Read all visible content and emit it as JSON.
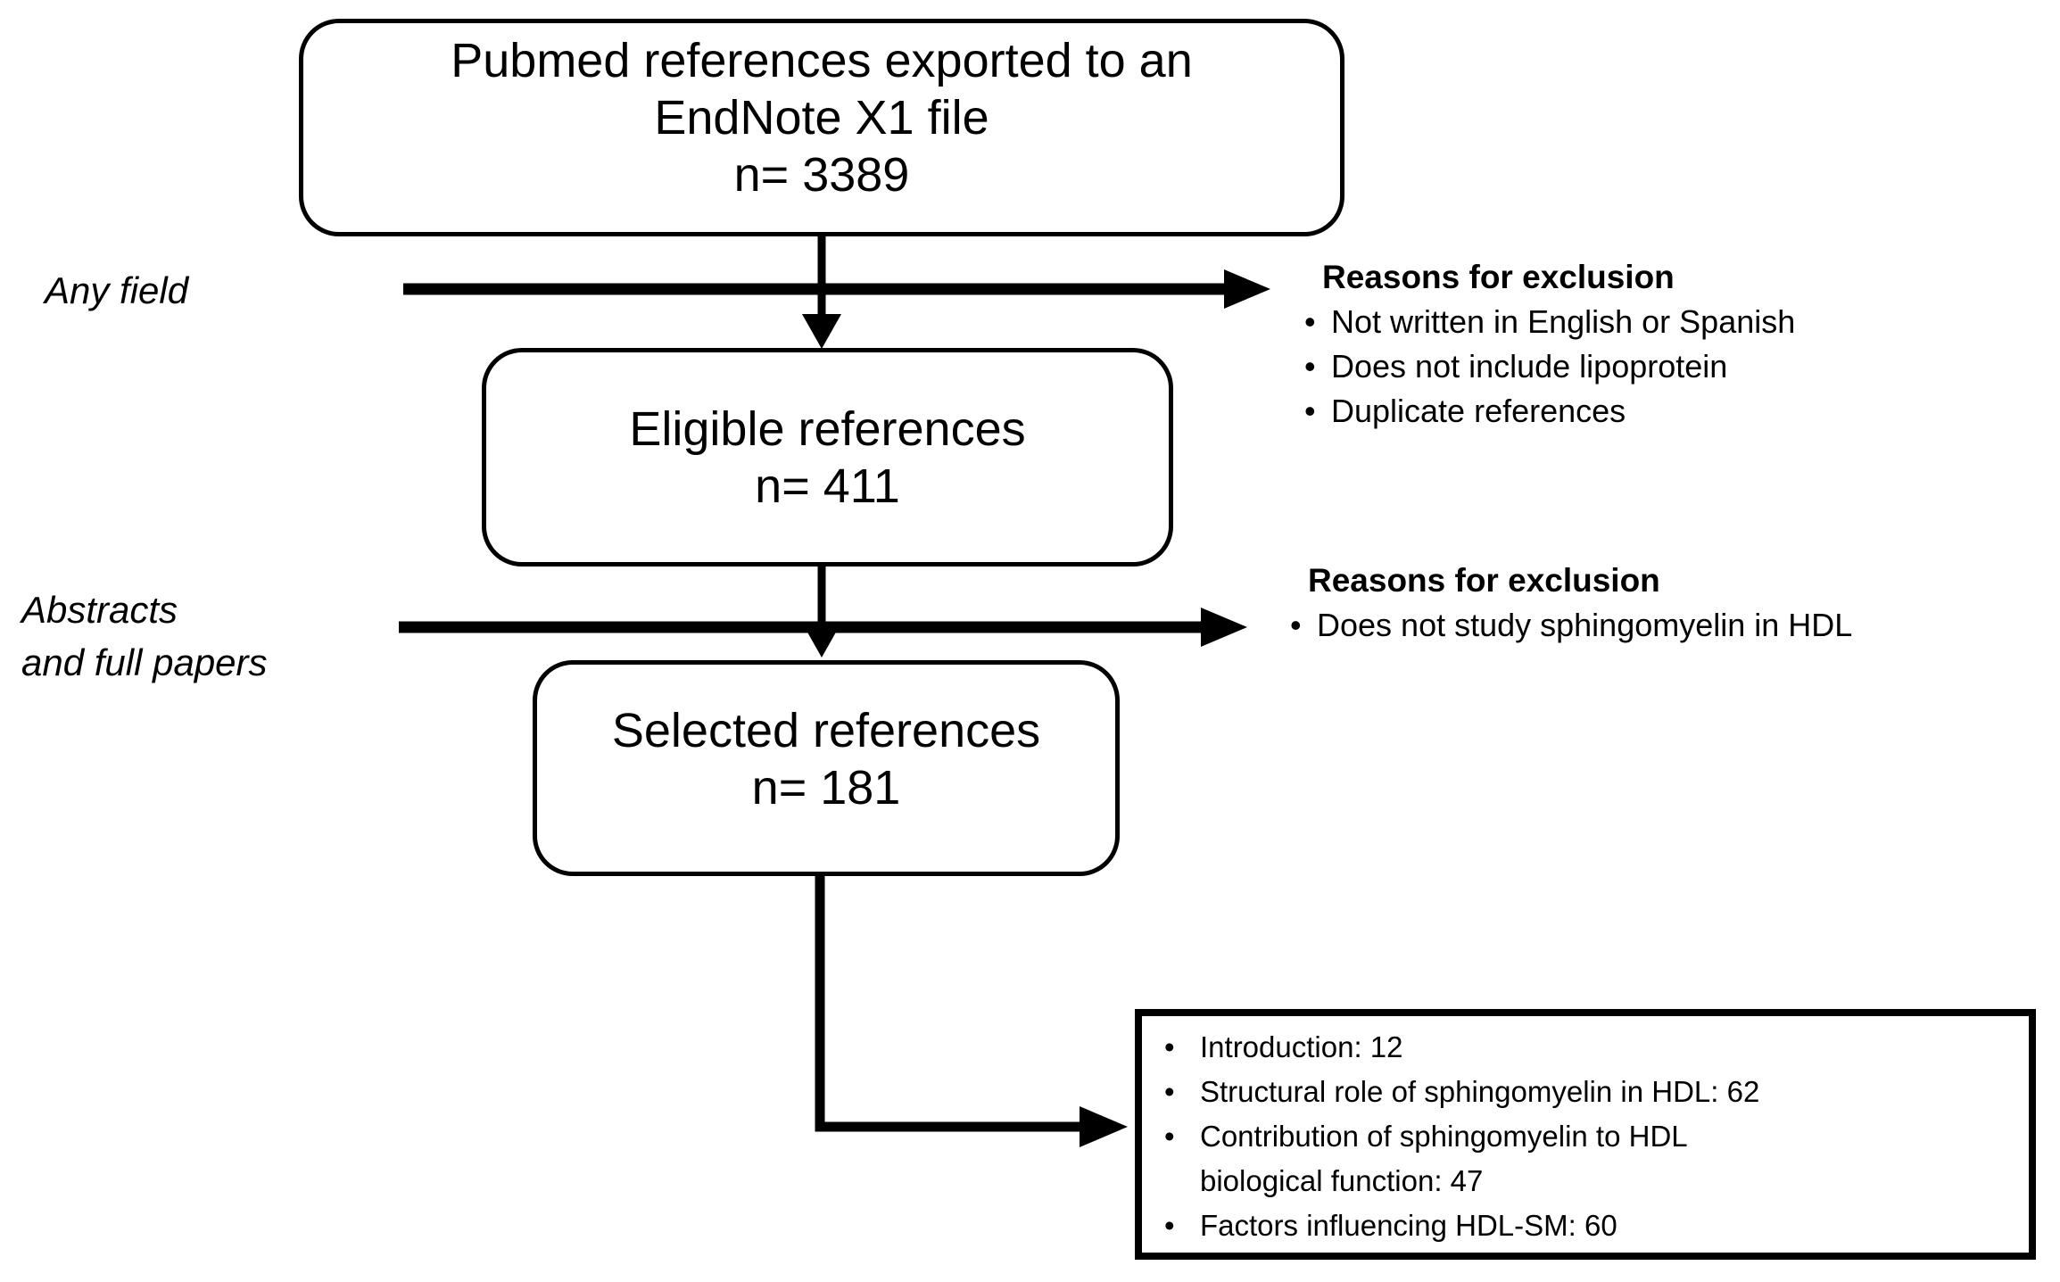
{
  "boxes": {
    "pubmed": {
      "line1": "Pubmed references exported to an",
      "line2": "EndNote X1 file",
      "count": "n= 3389"
    },
    "eligible": {
      "line1": "Eligible references",
      "count": "n= 411"
    },
    "selected": {
      "line1": "Selected references",
      "count": "n= 181"
    }
  },
  "stage_labels": {
    "any_field": "Any field",
    "abstracts_line1": "Abstracts",
    "abstracts_line2": "and full papers"
  },
  "exclusions_screening": {
    "heading": "Reasons for exclusion",
    "items": [
      "Not written in English or Spanish",
      "Does not include lipoprotein",
      "Duplicate references"
    ]
  },
  "exclusions_fulltext": {
    "heading": "Reasons for exclusion",
    "items": [
      "Does not study sphingomyelin in HDL"
    ]
  },
  "categories_box": {
    "items": [
      "Introduction: 12",
      "Structural role of sphingomyelin in HDL: 62",
      "Contribution of sphingomyelin to HDL\nbiological function: 47",
      "Factors influencing HDL-SM: 60"
    ]
  },
  "misc": {
    "bullet": "•"
  },
  "colors": {
    "ink": "#000000",
    "background": "#ffffff"
  }
}
